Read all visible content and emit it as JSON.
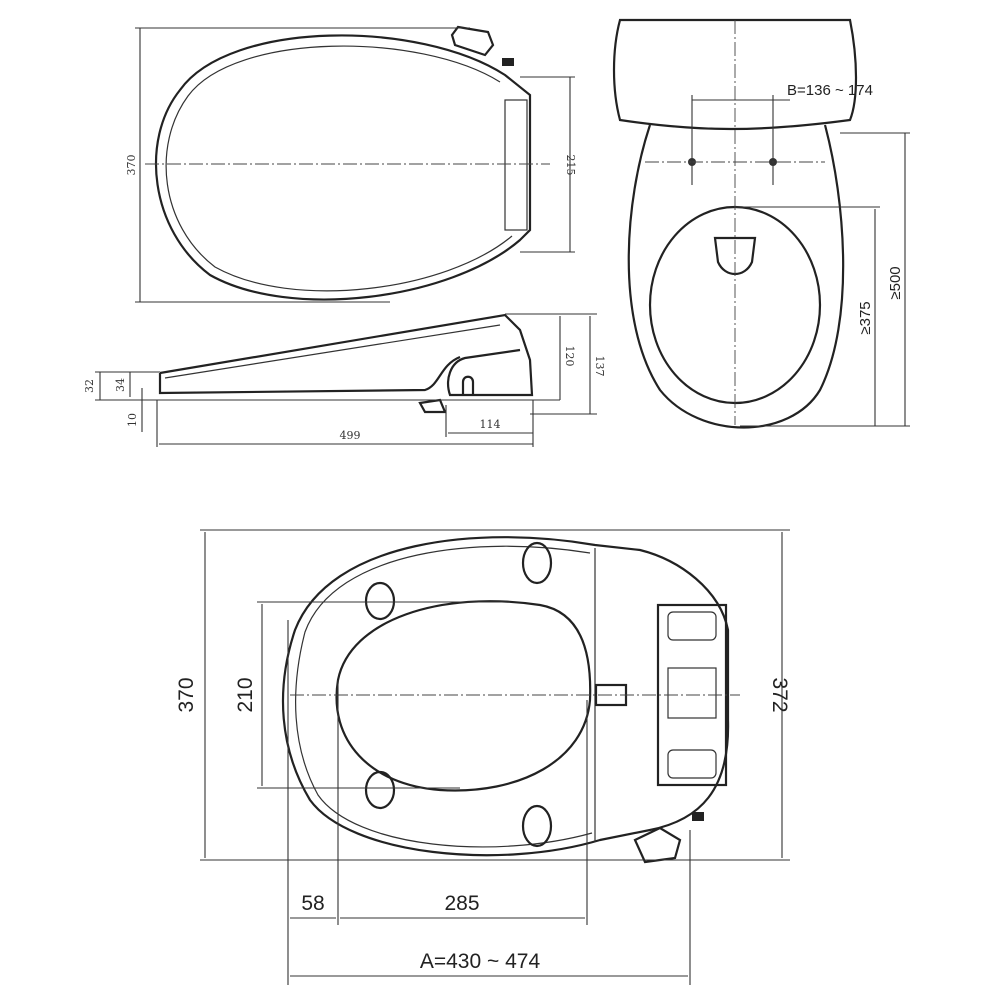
{
  "top_view": {
    "width_label": "370",
    "hinge_label": "215"
  },
  "side_view": {
    "front_height_label": "32",
    "front_thickness_label": "34",
    "front_offset_label": "10",
    "body_height_label": "120",
    "total_height_label": "137",
    "rear_length_label": "114",
    "total_length_label": "499"
  },
  "toilet_view": {
    "bolt_spacing_label": "B=136 ~ 174",
    "bowl_min_label": "≥375",
    "total_min_label": "≥500"
  },
  "bottom_view": {
    "width_label": "370",
    "opening_width_label": "210",
    "rear_width_label": "372",
    "front_gap_label": "58",
    "opening_length_label": "285",
    "overall_length_label": "A=430 ~ 474"
  }
}
